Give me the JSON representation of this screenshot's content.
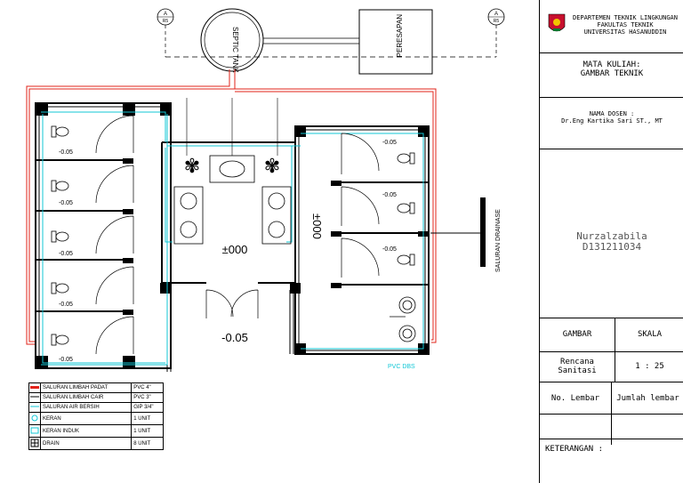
{
  "drawing": {
    "section_marker": {
      "top": "A",
      "bottom": "R5"
    },
    "septic_tank": "SEPTIC TANK",
    "peresapan": "PERESAPAN",
    "saluran_drainase": "SALURAN DRAINASE",
    "levels": {
      "left_stall": "-0.05",
      "right_stall": "-0.05",
      "center_floor": "±000",
      "right_corridor": "±000",
      "entrance": "-0.05"
    },
    "pipe_label": "PVC DBS"
  },
  "legend": [
    {
      "label": "SALURAN LIMBAH PADAT",
      "spec": "PVC 4\"",
      "symbol": "red-line"
    },
    {
      "label": "SALURAN LIMBAH CAIR",
      "spec": "PVC 3\"",
      "symbol": "black-line"
    },
    {
      "label": "SALURAN AIR BERSIH",
      "spec": "GIP 3/4\"",
      "symbol": "cyan-line"
    },
    {
      "label": "KERAN",
      "spec": "1 UNIT",
      "symbol": "tap"
    },
    {
      "label": "KERAN INDUK",
      "spec": "1 UNIT",
      "symbol": "main-tap"
    },
    {
      "label": "DRAIN",
      "spec": "8 UNIT",
      "symbol": "drain"
    }
  ],
  "title_block": {
    "institution": [
      "DEPARTEMEN TEKNIK LINGKUNGAN",
      "FAKULTAS TEKNIK",
      "UNIVERSITAS HASANUDDIN"
    ],
    "course_label": "MATA KULIAH:",
    "course_name": "GAMBAR TEKNIK",
    "lecturer_label": "NAMA DOSEN :",
    "lecturer_name": "Dr.Eng Kartika Sari ST., MT",
    "student_name": "Nurzalzabila",
    "student_id": "D131211034",
    "gambar_label": "GAMBAR",
    "skala_label": "SKALA",
    "gambar_value_1": "Rencana",
    "gambar_value_2": "Sanitasi",
    "skala_value": "1 : 25",
    "lembar_label": "No. Lembar",
    "jumlah_label": "Jumlah lembar",
    "keterangan_label": "KETERANGAN :"
  },
  "colors": {
    "red": "#e2231a",
    "cyan": "#12c7d6",
    "black": "#000000"
  }
}
